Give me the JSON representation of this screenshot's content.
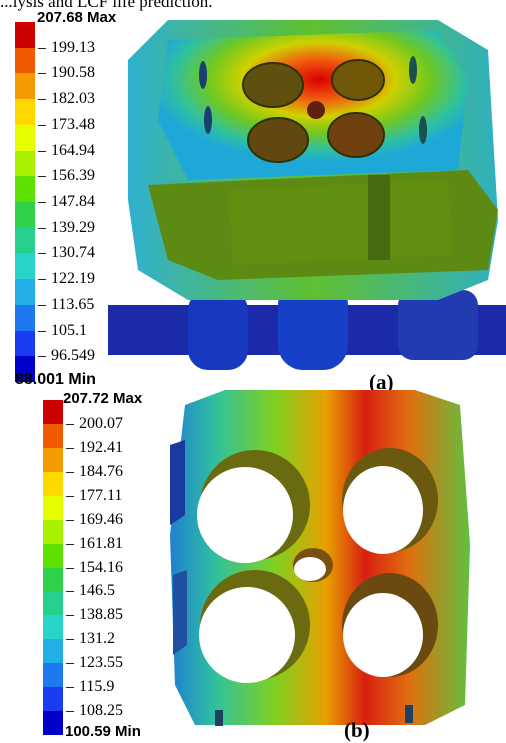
{
  "header_text": "...lysis and LCF life prediction.",
  "figure_a": {
    "label": "(a)",
    "legend": {
      "max_label": "207.68 Max",
      "ticks": [
        "199.13",
        "190.58",
        "182.03",
        "173.48",
        "164.94",
        "156.39",
        "147.84",
        "139.29",
        "130.74",
        "122.19",
        "113.65",
        "105.1",
        "96.549"
      ],
      "min_label": "88.001 Min"
    }
  },
  "figure_b": {
    "label": "(b)",
    "legend": {
      "max_label": "207.72 Max",
      "ticks": [
        "200.07",
        "192.41",
        "184.76",
        "177.11",
        "169.46",
        "161.81",
        "154.16",
        "146.5",
        "138.85",
        "131.2",
        "123.55",
        "115.9",
        "108.25"
      ],
      "min_label": "100.59 Min"
    }
  },
  "colors": {
    "scale": [
      "#cc0000",
      "#f05a00",
      "#f59a00",
      "#ffd800",
      "#e6ff00",
      "#a8f000",
      "#5ee000",
      "#2ed24a",
      "#26d08c",
      "#26d4c8",
      "#22aee6",
      "#1e78f0",
      "#1a3cf0",
      "#0000c8"
    ]
  }
}
